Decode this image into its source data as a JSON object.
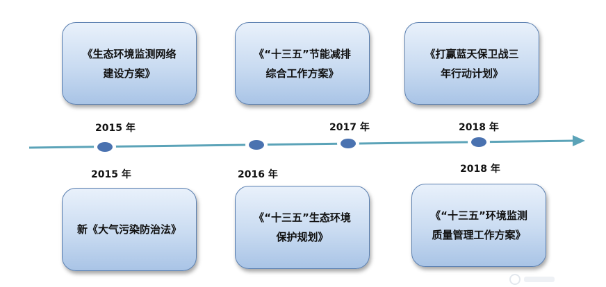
{
  "top_boxes": [
    {
      "text": "《生态环境监测网络\n建设方案》"
    },
    {
      "text": "《“十三五”节能减排\n综合工作方案》"
    },
    {
      "text": "《打赢蓝天保卫战三\n年行动计划》"
    }
  ],
  "bottom_boxes": [
    {
      "text": "新《大气污染防治法》"
    },
    {
      "text": "《“十三五”生态环境\n保护规划》"
    },
    {
      "text": "《“十三五”环境监测\n质量管理工作方案》"
    }
  ],
  "top_years": [
    "2015 年",
    "2017 年",
    "2018 年"
  ],
  "bottom_years": [
    "2015 年",
    "2016 年",
    "2018 年"
  ],
  "colors": {
    "timeline": "#5ba3b8",
    "node_fill": "#4a72b0",
    "node_ring": "#ffffff",
    "box_border": "#5a7fb0"
  }
}
